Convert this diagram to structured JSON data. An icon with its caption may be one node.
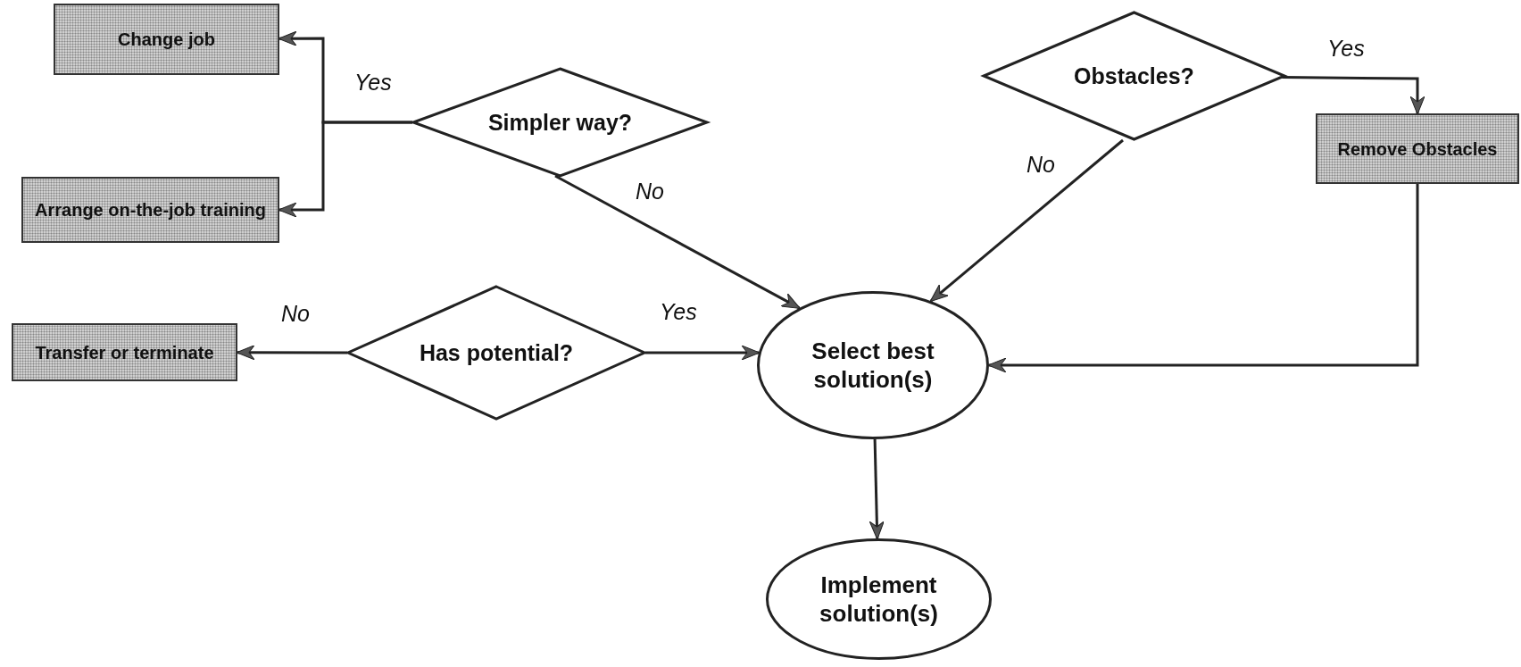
{
  "diagram": {
    "nodes": [
      {
        "text": [
          "Change job"
        ]
      },
      {
        "text": [
          "Arrange on-the-job training"
        ]
      },
      {
        "text": [
          "Simpler way?"
        ]
      },
      {
        "text": [
          "Obstacles?"
        ]
      },
      {
        "text": [
          "Remove Obstacles"
        ]
      },
      {
        "text": [
          "Transfer or terminate"
        ]
      },
      {
        "text": [
          "Has potential?"
        ]
      },
      {
        "text": [
          "Select best solution(s)"
        ]
      },
      {
        "text": [
          "Implement solution(s)"
        ]
      }
    ],
    "edges": [
      {
        "from": 2,
        "to": 0,
        "arrow": "to",
        "label": "Yes"
      },
      {
        "from": 2,
        "to": 1,
        "arrow": "to"
      },
      {
        "from": 2,
        "to": 7,
        "arrow": "to",
        "label": "No"
      },
      {
        "from": 3,
        "to": 4,
        "arrow": "to",
        "label": "Yes"
      },
      {
        "from": 3,
        "to": 7,
        "arrow": "to",
        "label": "No"
      },
      {
        "from": 4,
        "to": 7,
        "arrow": "to"
      },
      {
        "from": 6,
        "to": 7,
        "arrow": "to",
        "label": "Yes"
      },
      {
        "from": 6,
        "to": 5,
        "arrow": "to",
        "label": "No"
      },
      {
        "from": 7,
        "to": 8,
        "arrow": "to"
      }
    ]
  }
}
